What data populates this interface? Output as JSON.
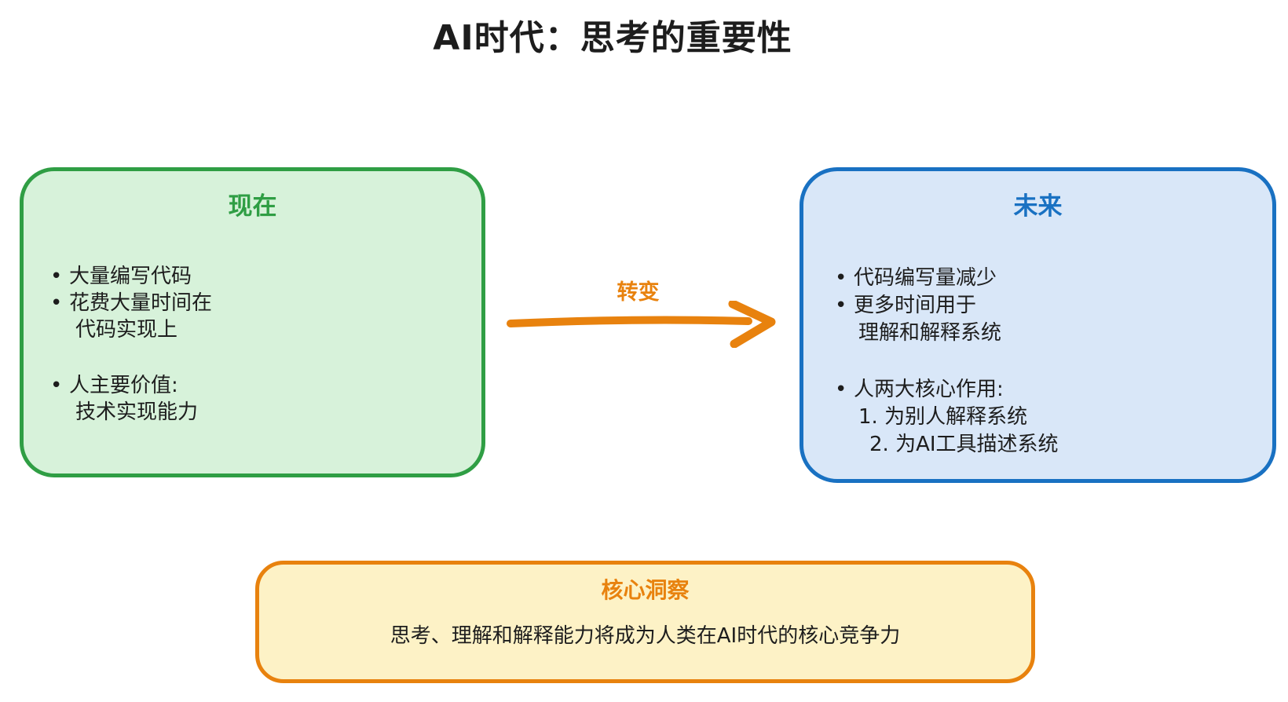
{
  "page": {
    "title": "AI时代：思考的重要性"
  },
  "colors": {
    "green_border": "#2f9e44",
    "green_background": "#d7f2da",
    "green_title": "#2f9e44",
    "blue_border": "#1971c2",
    "blue_background": "#d9e7f8",
    "blue_title": "#1971c2",
    "orange_accent": "#e8820e",
    "yellow_background": "#fdf2c6",
    "body_text": "#1d1d1d"
  },
  "now_box": {
    "title": "现在",
    "lines": [
      {
        "bullet": "•",
        "text": "大量编写代码"
      },
      {
        "bullet": "•",
        "text": "花费大量时间在"
      },
      {
        "text": "代码实现上"
      },
      {
        "text": ""
      },
      {
        "bullet": "•",
        "text": "人主要价值:"
      },
      {
        "text": "技术实现能力"
      }
    ]
  },
  "arrow": {
    "label": "转变"
  },
  "future_box": {
    "title": "未来",
    "lines": [
      {
        "bullet": "•",
        "text": "代码编写量减少"
      },
      {
        "bullet": "•",
        "text": "更多时间用于"
      },
      {
        "text": "理解和解释系统"
      },
      {
        "text": ""
      },
      {
        "bullet": "•",
        "text": "人两大核心作用:"
      },
      {
        "text": "1. 为别人解释系统"
      },
      {
        "text": "2. 为AI工具描述系统"
      }
    ]
  },
  "insight_box": {
    "title": "核心洞察",
    "text": "思考、理解和解释能力将成为人类在AI时代的核心竞争力"
  }
}
